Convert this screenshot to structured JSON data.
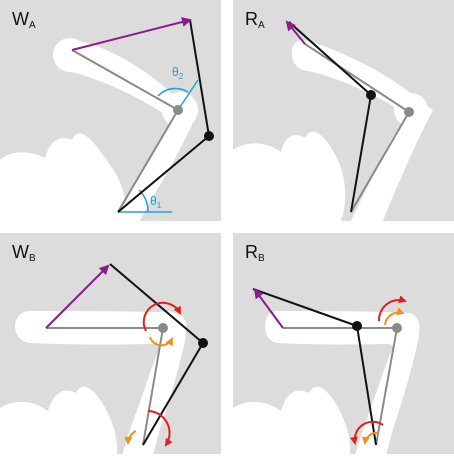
{
  "panels": {
    "wa": {
      "label_main": "W",
      "label_sub": "A"
    },
    "ra": {
      "label_main": "R",
      "label_sub": "A"
    },
    "wb": {
      "label_main": "W",
      "label_sub": "B"
    },
    "rb": {
      "label_main": "R",
      "label_sub": "B"
    }
  },
  "angles": {
    "theta1": {
      "main": "θ",
      "sub": "1"
    },
    "theta2": {
      "main": "θ",
      "sub": "2"
    }
  },
  "colors": {
    "panel_bg": "#dcdcdc",
    "silhouette": "#ffffff",
    "arm_real": "#111111",
    "arm_ref": "#8a8a8a",
    "target_arrow": "#8b1c8c",
    "angle_marker": "#1ba3d6",
    "torque_red": "#e0201c",
    "torque_orange": "#f0901c"
  }
}
